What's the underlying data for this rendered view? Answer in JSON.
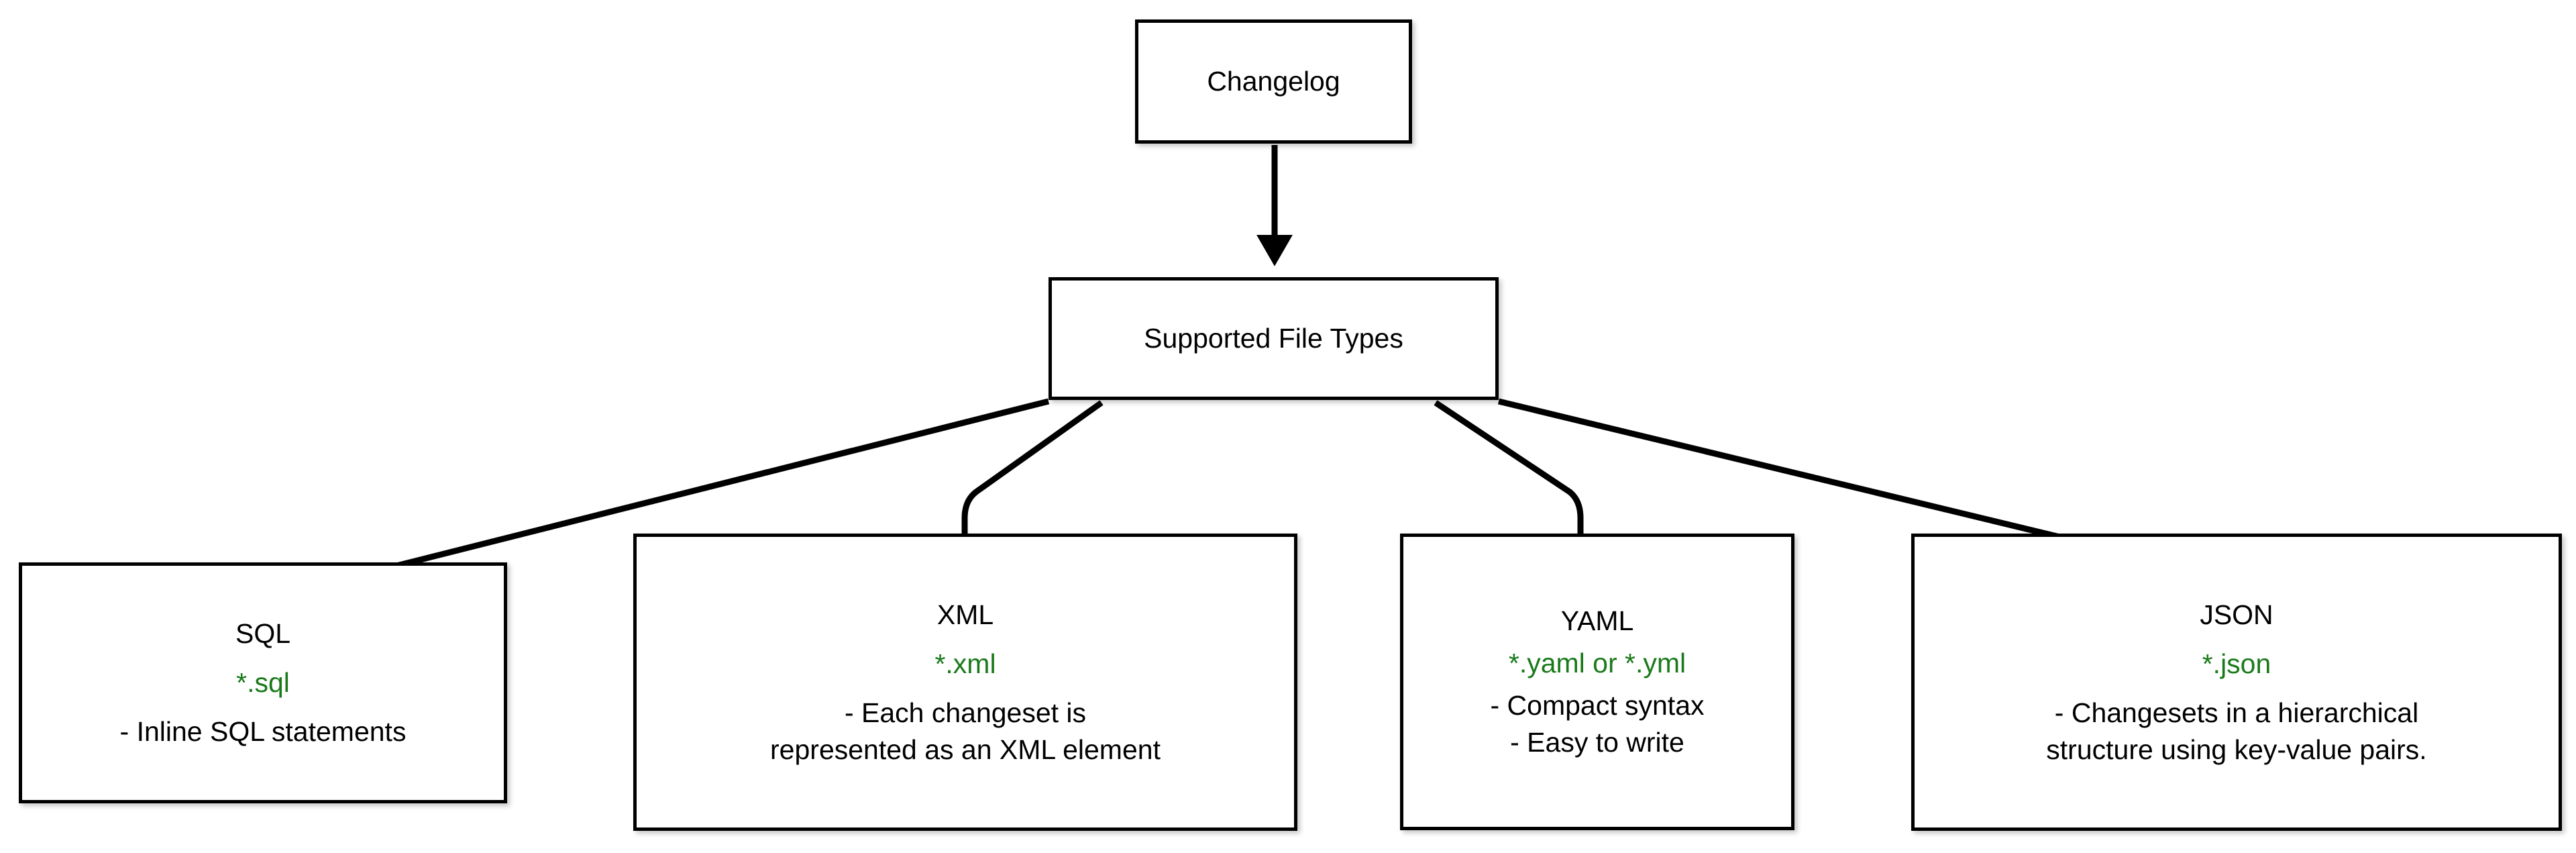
{
  "diagram": {
    "type": "flowchart",
    "orientation": "top-down",
    "background_color": "#ffffff",
    "node_border_color": "#000000",
    "edge_color": "#000000",
    "extension_text_color": "#1a7a1a",
    "title": "Changelog Supported File Types"
  },
  "nodes": {
    "changelog": {
      "id": "changelog",
      "label": "Changelog"
    },
    "supported": {
      "id": "supported",
      "label": "Supported File Types"
    },
    "sql": {
      "id": "sql",
      "title": "SQL",
      "extension": "*.sql",
      "description_line1": "- Inline SQL statements",
      "description_line2": ""
    },
    "xml": {
      "id": "xml",
      "title": "XML",
      "extension": "*.xml",
      "description_line1": "- Each changeset is",
      "description_line2": "represented as an XML element"
    },
    "yaml": {
      "id": "yaml",
      "title": "YAML",
      "extension": "*.yaml or *.yml",
      "description_line1": "- Compact syntax",
      "description_line2": "- Easy to write"
    },
    "json": {
      "id": "json",
      "title": "JSON",
      "extension": "*.json",
      "description_line1": "- Changesets in a hierarchical",
      "description_line2": "structure using key-value pairs."
    }
  },
  "edges": [
    {
      "from": "changelog",
      "to": "supported",
      "style": "straight-arrow"
    },
    {
      "from": "supported",
      "to": "sql",
      "style": "elbow-arrow"
    },
    {
      "from": "supported",
      "to": "xml",
      "style": "elbow-arrow"
    },
    {
      "from": "supported",
      "to": "yaml",
      "style": "elbow-arrow"
    },
    {
      "from": "supported",
      "to": "json",
      "style": "elbow-arrow"
    }
  ]
}
